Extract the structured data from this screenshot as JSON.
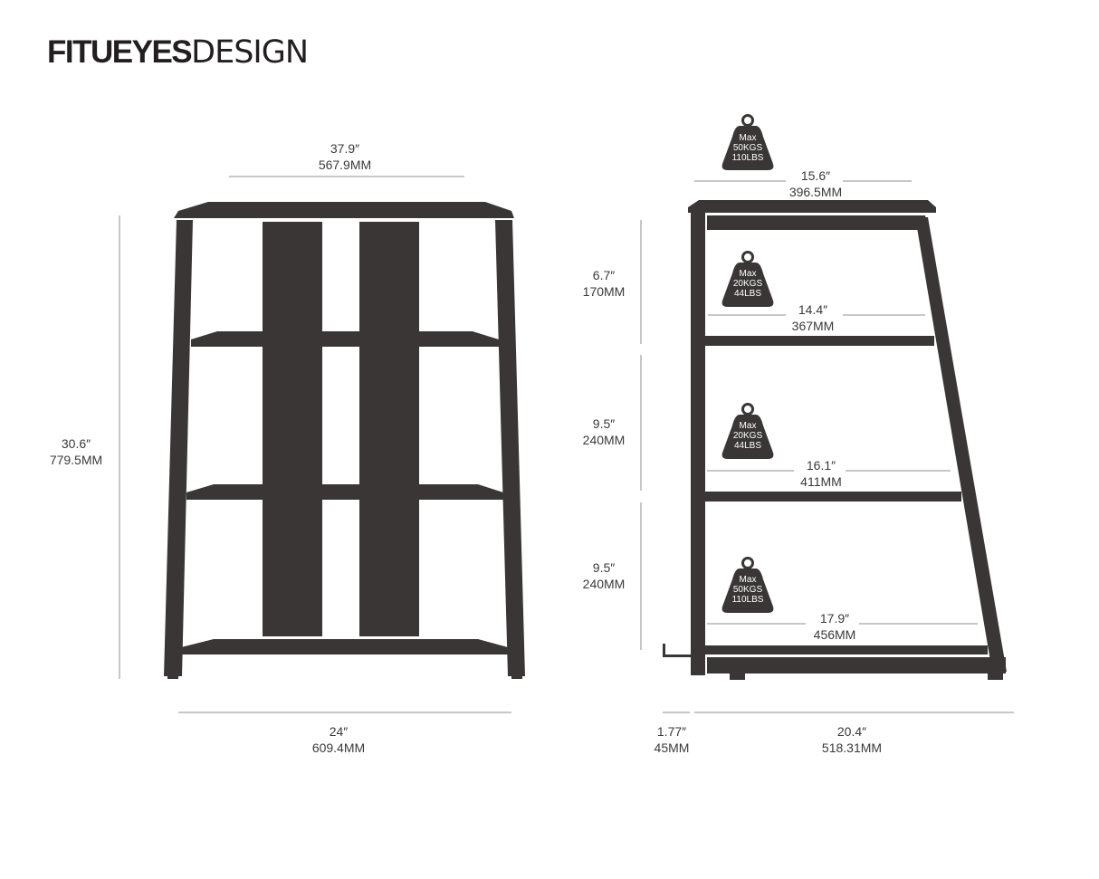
{
  "brand": {
    "part1": "FITUEYES",
    "part2": "DESIGN"
  },
  "colors": {
    "frame": "#3a3636",
    "text": "#3a3a3a",
    "line": "#8f8f8f"
  },
  "front_view": {
    "top_width": {
      "in": "37.9″",
      "mm": "567.9MM"
    },
    "height": {
      "in": "30.6″",
      "mm": "779.5MM"
    },
    "bottom_width": {
      "in": "24″",
      "mm": "609.4MM"
    }
  },
  "side_view": {
    "gaps": [
      {
        "in": "6.7″",
        "mm": "170MM"
      },
      {
        "in": "9.5″",
        "mm": "240MM"
      },
      {
        "in": "9.5″",
        "mm": "240MM"
      }
    ],
    "shelf_depths": [
      {
        "in": "15.6″",
        "mm": "396.5MM"
      },
      {
        "in": "14.4″",
        "mm": "367MM"
      },
      {
        "in": "16.1″",
        "mm": "411MM"
      },
      {
        "in": "17.9″",
        "mm": "456MM"
      }
    ],
    "weights": [
      {
        "title": "Max",
        "kg": "50KGS",
        "lb": "110LBS",
        "icon": "weight-icon"
      },
      {
        "title": "Max",
        "kg": "20KGS",
        "lb": "44LBS",
        "icon": "weight-icon"
      },
      {
        "title": "Max",
        "kg": "20KGS",
        "lb": "44LBS",
        "icon": "weight-icon"
      },
      {
        "title": "Max",
        "kg": "50KGS",
        "lb": "110LBS",
        "icon": "weight-icon"
      }
    ],
    "foot_offset": {
      "in": "1.77″",
      "mm": "45MM"
    },
    "base_depth": {
      "in": "20.4″",
      "mm": "518.31MM"
    }
  }
}
